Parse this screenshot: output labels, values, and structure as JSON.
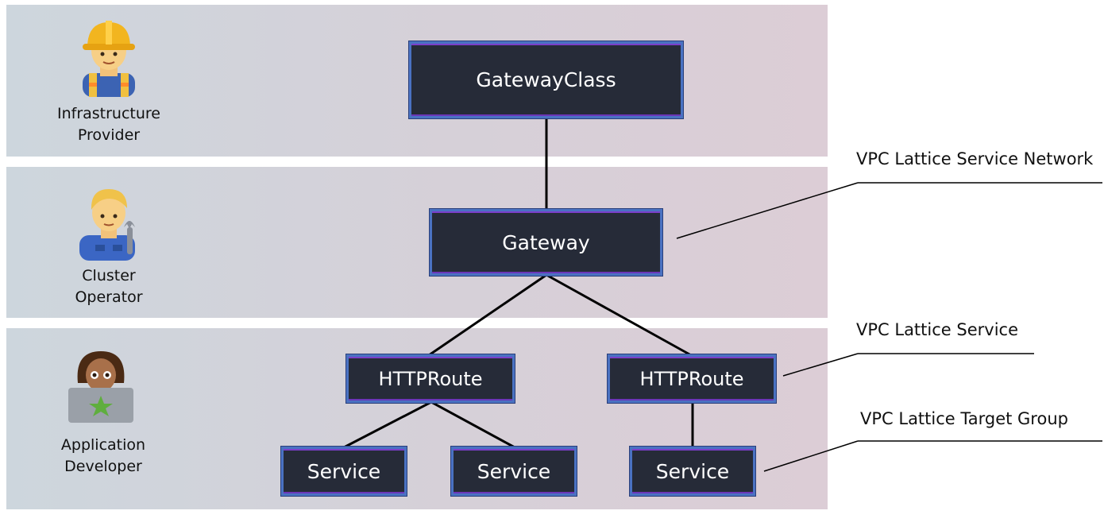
{
  "layers": [
    {
      "role_line1": "Infrastructure",
      "role_line2": "Provider",
      "avatar": "construction-worker-emoji"
    },
    {
      "role_line1": "Cluster",
      "role_line2": "Operator",
      "avatar": "mechanic-emoji"
    },
    {
      "role_line1": "Application",
      "role_line2": "Developer",
      "avatar": "technologist-emoji"
    }
  ],
  "nodes": {
    "gatewayclass": "GatewayClass",
    "gateway": "Gateway",
    "httproute_left": "HTTPRoute",
    "httproute_right": "HTTPRoute",
    "service_1": "Service",
    "service_2": "Service",
    "service_3": "Service"
  },
  "annotations": {
    "service_network": "VPC Lattice Service Network",
    "service": "VPC Lattice Service",
    "target_group": "VPC Lattice Target Group"
  },
  "colors": {
    "box_fill": "#262b38",
    "box_border": "#4a72c2",
    "band_gradient_start": "#cdd6dd",
    "band_gradient_end": "#dccdd6"
  }
}
